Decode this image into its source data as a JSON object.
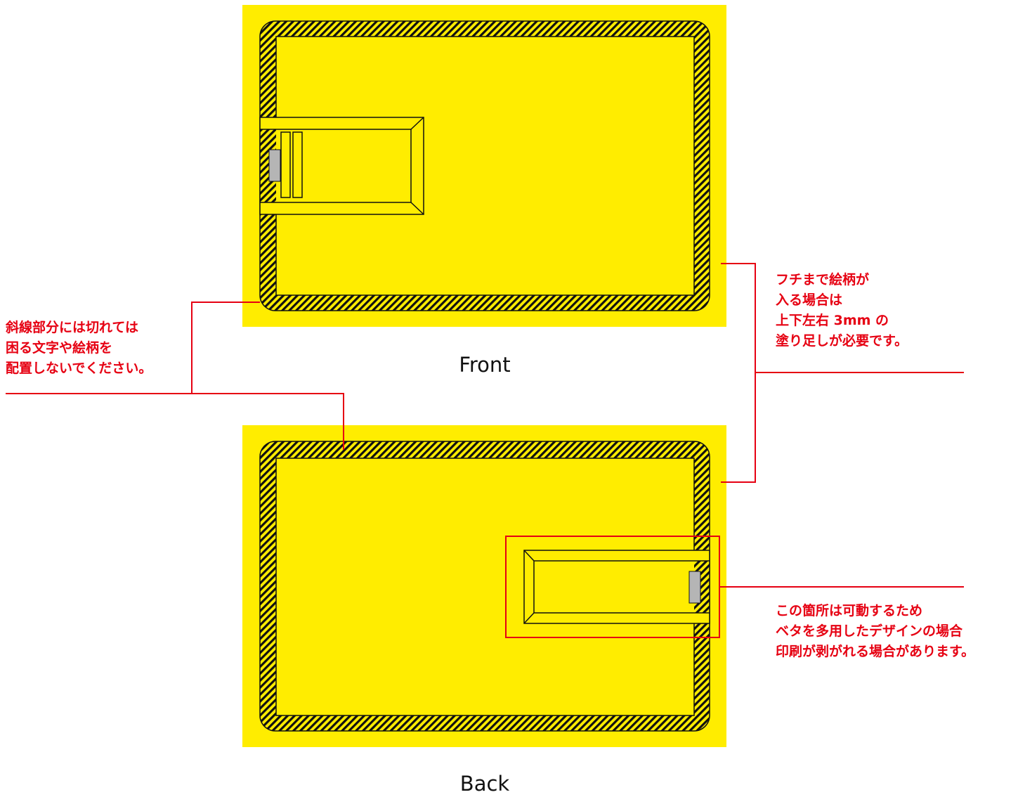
{
  "labels": {
    "front": "Front",
    "back": "Back"
  },
  "notes": {
    "hatch": [
      "斜線部分には切れては",
      "困る文字や絵柄を",
      "配置しないでください。"
    ],
    "bleed": [
      "フチまで絵柄が",
      "入る場合は",
      "上下左右 3mm の",
      "塗り足しが必要です。"
    ],
    "movable": [
      "この箇所は可動するため",
      "ベタを多用したデザインの場合",
      "印刷が剥がれる場合があります。"
    ]
  },
  "colors": {
    "card_fill": "#ffed00",
    "annotation": "#e60012",
    "hatch": "#111111",
    "metal_contact": "#b5b5b5"
  }
}
